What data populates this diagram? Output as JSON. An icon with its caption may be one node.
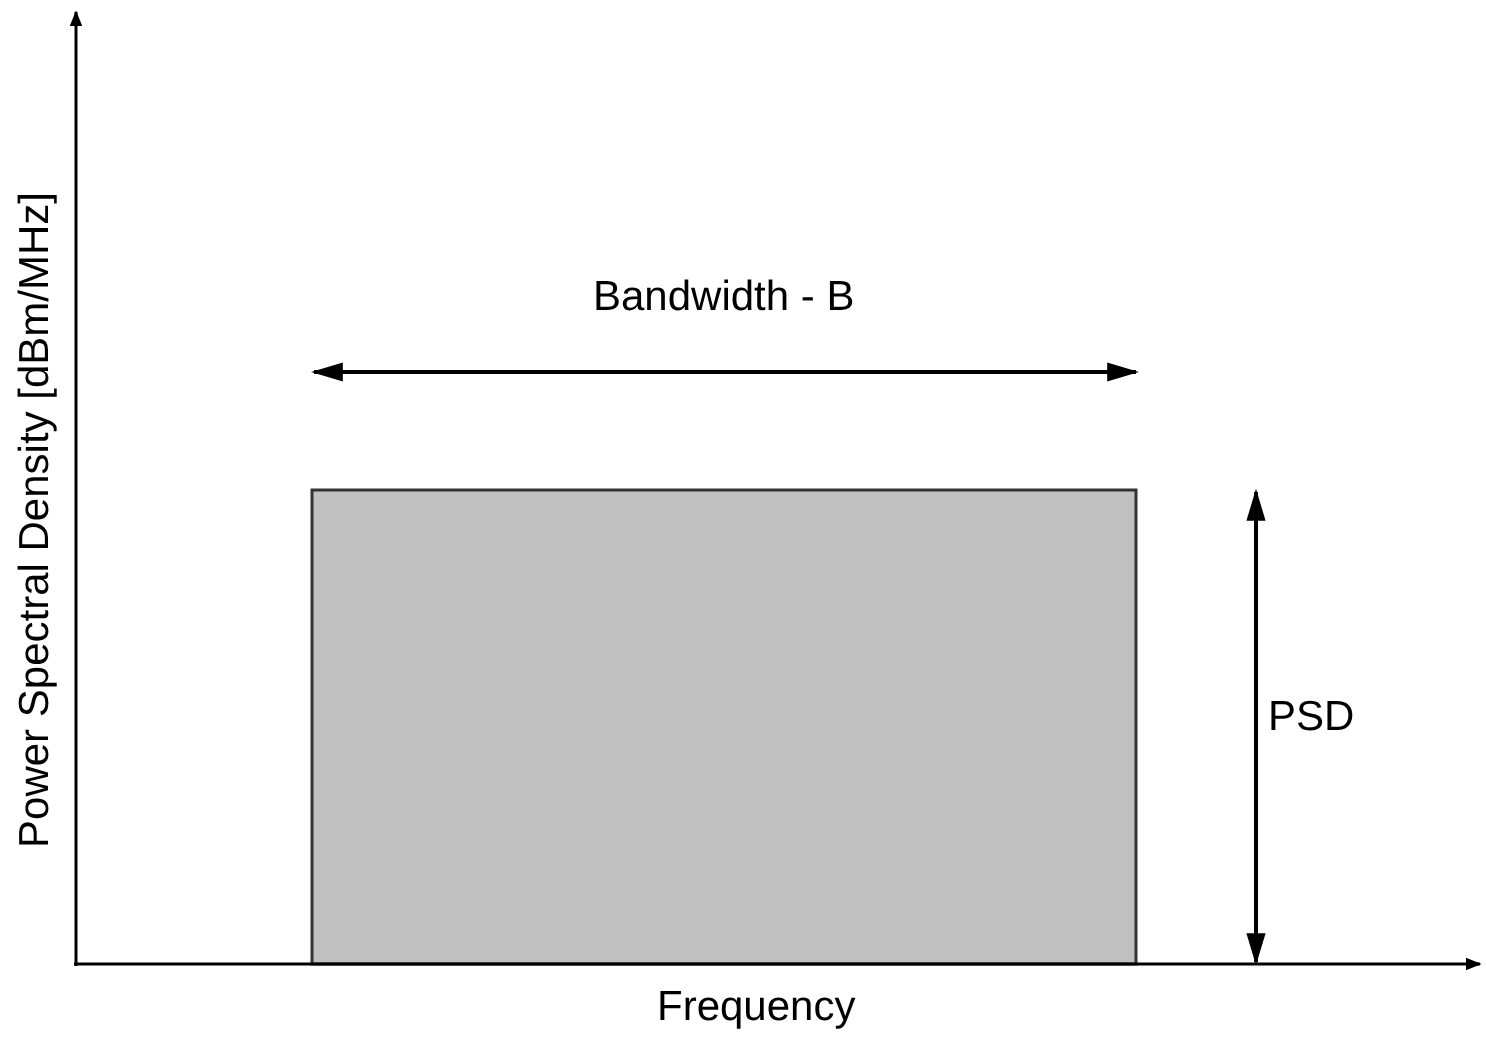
{
  "diagram": {
    "nodes": [
      {
        "text": [],
        "shape": "box"
      }
    ],
    "labels": [
      "Bandwidth - B",
      "PSD",
      "Power Spectral Density [dBm/MHz]",
      "Frequency"
    ]
  }
}
